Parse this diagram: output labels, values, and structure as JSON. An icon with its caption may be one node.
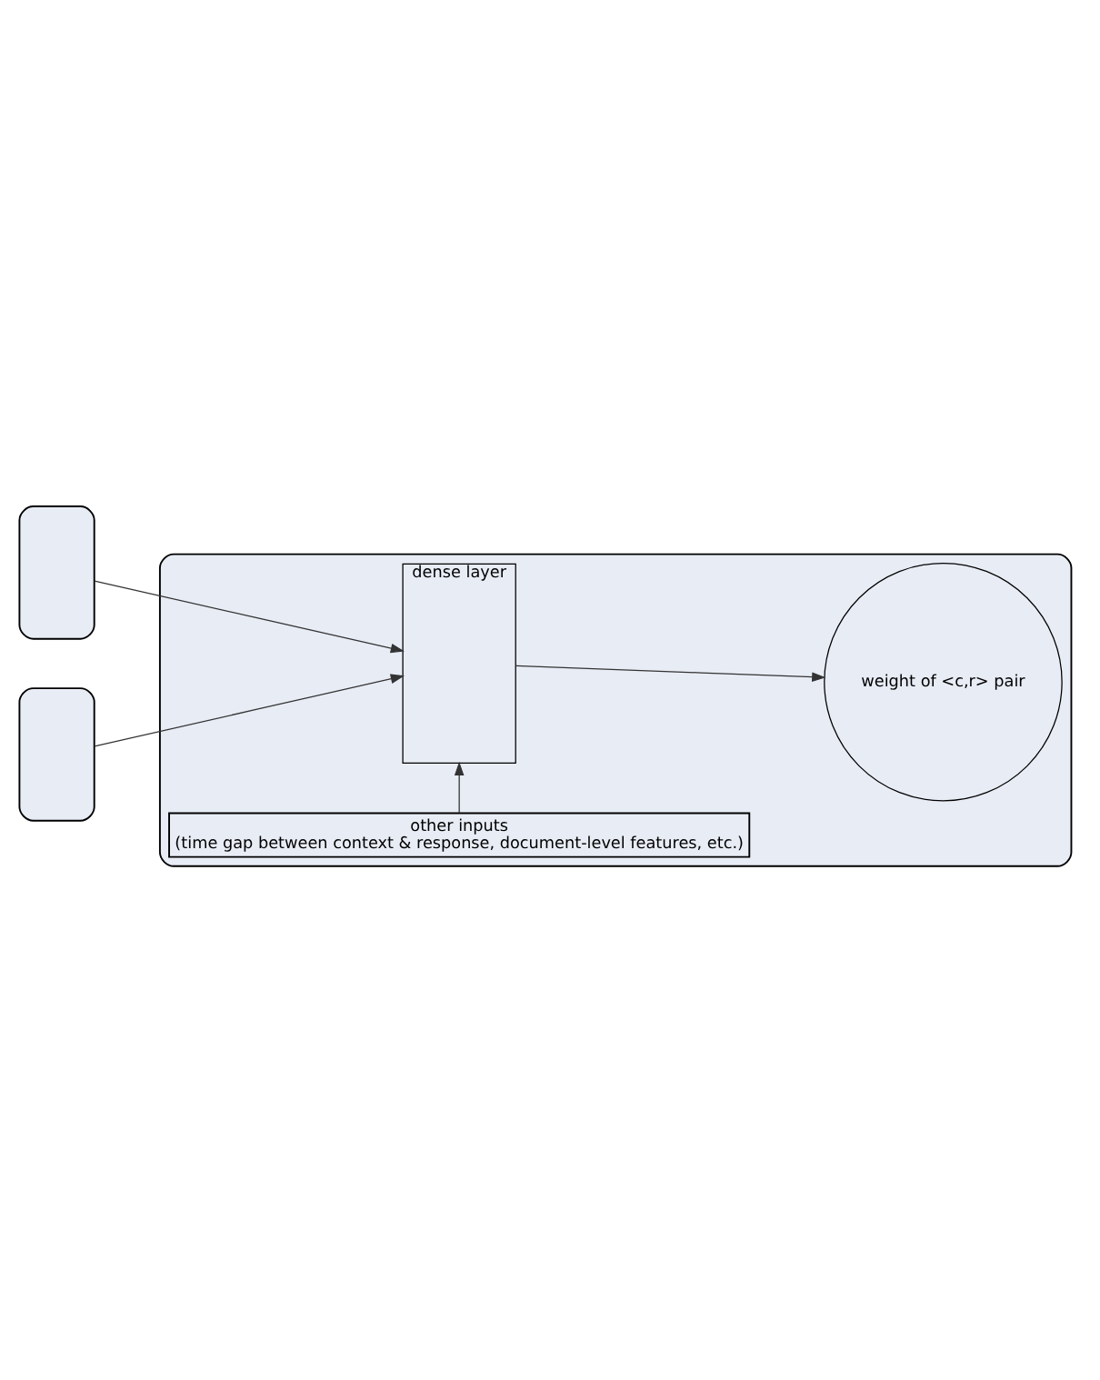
{
  "diagram": {
    "nodes": [
      {
        "text": [],
        "shape": "box"
      },
      {
        "text": [
          "dense layer"
        ],
        "in": 0
      },
      {
        "text": [
          "weight of <c,r> pair"
        ],
        "in": 0
      },
      {
        "text": [
          "other inputs",
          "(time gap between context & response, document-level features, etc.)"
        ],
        "in": 0
      },
      {
        "text": [],
        "shape": "box"
      },
      {
        "text": [],
        "shape": "box"
      }
    ],
    "edges": [
      {
        "from": 4,
        "to": 1,
        "arrow": "to"
      },
      {
        "from": 5,
        "to": 1,
        "arrow": "to"
      },
      {
        "from": 1,
        "to": 2,
        "arrow": "to"
      },
      {
        "from": 3,
        "to": 1,
        "arrow": "to"
      }
    ]
  }
}
